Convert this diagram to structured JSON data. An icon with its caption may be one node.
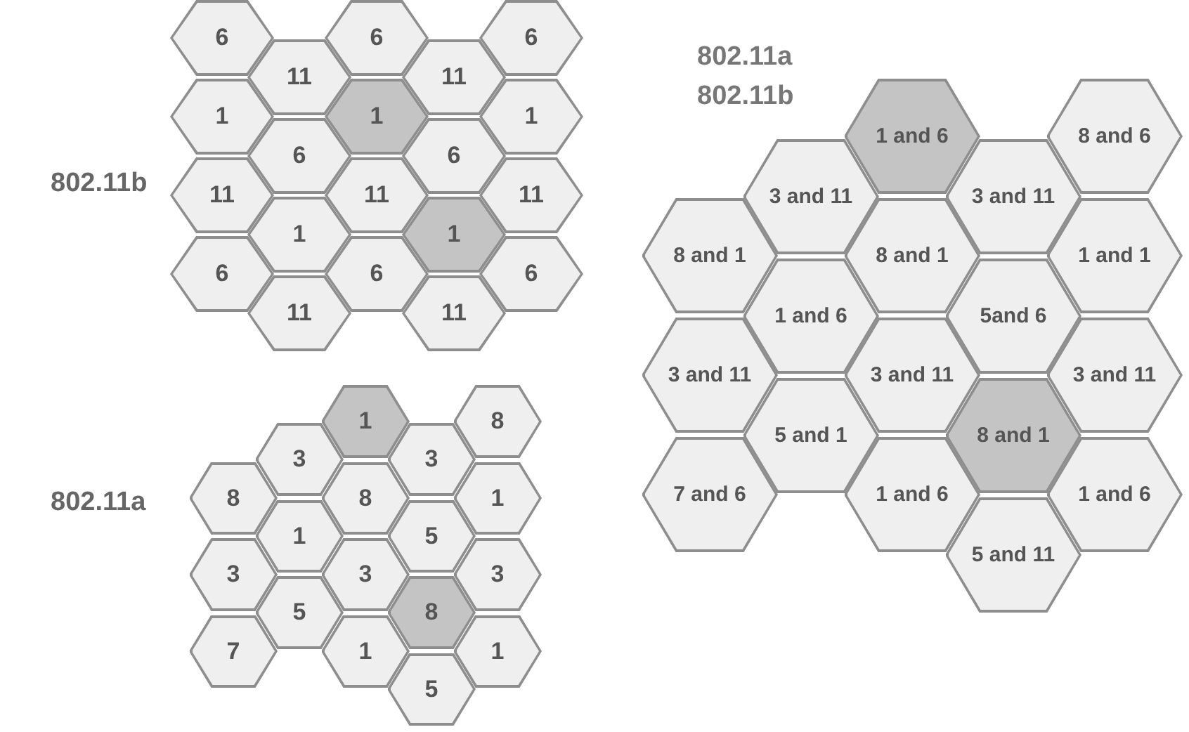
{
  "diagram": {
    "nodes": [
      {
        "text": [
          "6"
        ]
      },
      {
        "text": [
          "6"
        ]
      },
      {
        "text": [
          "6"
        ]
      },
      {
        "text": [
          "11"
        ]
      },
      {
        "text": [
          "11"
        ]
      },
      {
        "text": [
          "1"
        ]
      },
      {
        "text": [
          "1"
        ]
      },
      {
        "text": [
          "1"
        ]
      },
      {
        "text": [
          "6"
        ]
      },
      {
        "text": [
          "6"
        ]
      },
      {
        "text": [
          "11"
        ]
      },
      {
        "text": [
          "11"
        ]
      },
      {
        "text": [
          "11"
        ]
      },
      {
        "text": [
          "1"
        ]
      },
      {
        "text": [
          "1"
        ]
      },
      {
        "text": [
          "6"
        ]
      },
      {
        "text": [
          "6"
        ]
      },
      {
        "text": [
          "6"
        ]
      },
      {
        "text": [
          "11"
        ]
      },
      {
        "text": [
          "11"
        ]
      },
      {
        "text": [
          "1"
        ]
      },
      {
        "text": [
          "8"
        ]
      },
      {
        "text": [
          "3"
        ]
      },
      {
        "text": [
          "3"
        ]
      },
      {
        "text": [
          "8"
        ]
      },
      {
        "text": [
          "8"
        ]
      },
      {
        "text": [
          "1"
        ]
      },
      {
        "text": [
          "1"
        ]
      },
      {
        "text": [
          "5"
        ]
      },
      {
        "text": [
          "3"
        ]
      },
      {
        "text": [
          "3"
        ]
      },
      {
        "text": [
          "3"
        ]
      },
      {
        "text": [
          "5"
        ]
      },
      {
        "text": [
          "8"
        ]
      },
      {
        "text": [
          "7"
        ]
      },
      {
        "text": [
          "1"
        ]
      },
      {
        "text": [
          "1"
        ]
      },
      {
        "text": [
          "5"
        ]
      },
      {
        "text": [
          "1 and 6"
        ]
      },
      {
        "text": [
          "8 and 6"
        ]
      },
      {
        "text": [
          "3 and 11"
        ]
      },
      {
        "text": [
          "3 and 11"
        ]
      },
      {
        "text": [
          "8 and 1"
        ]
      },
      {
        "text": [
          "8 and 1"
        ]
      },
      {
        "text": [
          "1 and 1"
        ]
      },
      {
        "text": [
          "1 and 6"
        ]
      },
      {
        "text": [
          "5and 6"
        ]
      },
      {
        "text": [
          "3 and 11"
        ]
      },
      {
        "text": [
          "3 and 11"
        ]
      },
      {
        "text": [
          "3 and 11"
        ]
      },
      {
        "text": [
          "5 and 1"
        ]
      },
      {
        "text": [
          "8 and 1"
        ]
      },
      {
        "text": [
          "7 and 6"
        ]
      },
      {
        "text": [
          "1 and 6"
        ]
      },
      {
        "text": [
          "1 and 6"
        ]
      },
      {
        "text": [
          "5 and 11"
        ]
      }
    ],
    "labels": [
      "802.11a",
      "802.11b",
      "802.11b",
      "802.11a"
    ]
  }
}
